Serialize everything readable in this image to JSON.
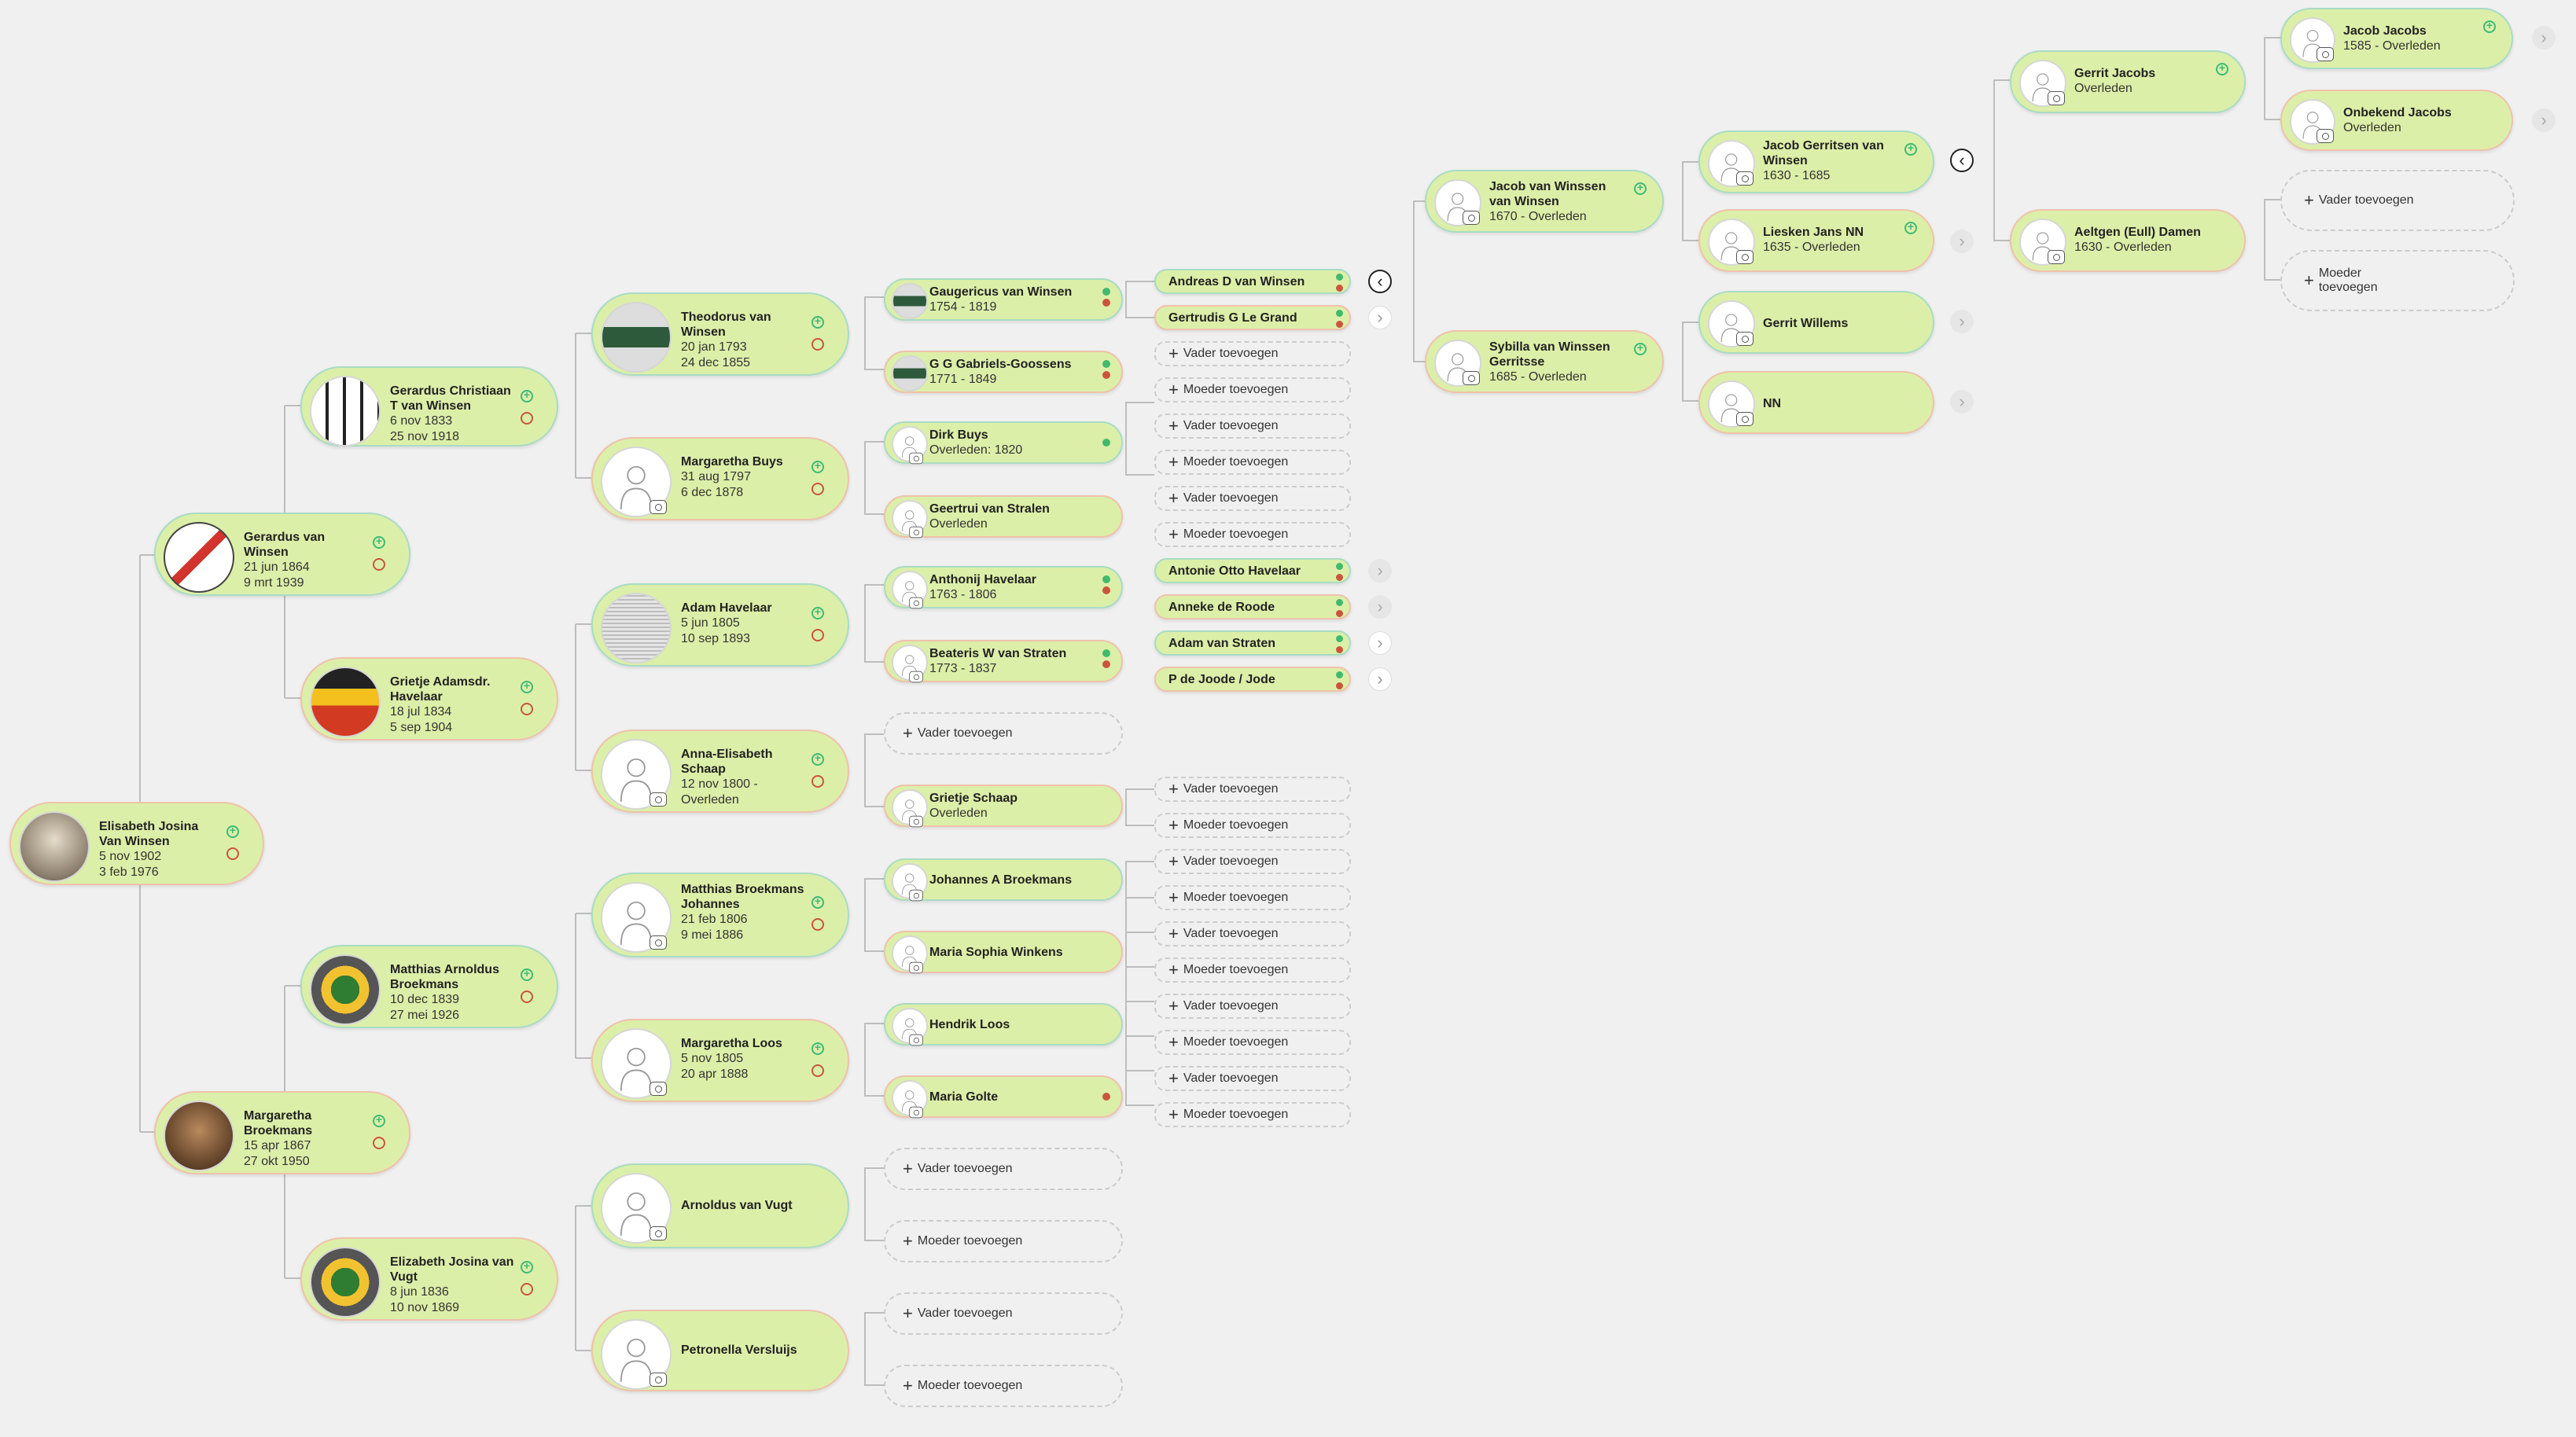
{
  "colors": {
    "background": "#f0f0f0",
    "card_fill": "#dcefa8",
    "male_border": "#a9dcc4",
    "female_border": "#efc2ab",
    "connector": "#bdbdbd",
    "add_icon": "#3dbb78",
    "record_icon": "#c9563c"
  },
  "add_father_label": "Vader toevoegen",
  "add_mother_label": "Moeder toevoegen",
  "add_mother_label_wrapped": "Moeder\ntoevoegen",
  "people": {
    "p0": {
      "name": "Elisabeth Josina Van Winsen",
      "lines": [
        "5 nov 1902",
        "3 feb 1976"
      ]
    },
    "p1": {
      "name": "Gerardus van Winsen",
      "lines": [
        "21 jun 1864",
        "9 mrt 1939"
      ]
    },
    "p2": {
      "name": "Margaretha Broekmans",
      "lines": [
        "15 apr 1867",
        "27 okt 1950"
      ]
    },
    "p3": {
      "name": "Gerardus Christiaan T van Winsen",
      "lines": [
        "6 nov 1833",
        "25 nov 1918"
      ]
    },
    "p4": {
      "name": "Grietje Adamsdr. Havelaar",
      "lines": [
        "18 jul 1834",
        "5 sep 1904"
      ]
    },
    "p5": {
      "name": "Matthias Arnoldus Broekmans",
      "lines": [
        "10 dec 1839",
        "27 mei 1926"
      ]
    },
    "p6": {
      "name": "Elizabeth Josina van Vugt",
      "lines": [
        "8 jun 1836",
        "10 nov 1869"
      ]
    },
    "p7": {
      "name": "Theodorus van Winsen",
      "lines": [
        "20 jan 1793",
        "24 dec 1855"
      ]
    },
    "p8": {
      "name": "Margaretha Buys",
      "lines": [
        "31 aug 1797",
        "6 dec 1878"
      ]
    },
    "p9": {
      "name": "Adam Havelaar",
      "lines": [
        "5 jun 1805",
        "10 sep 1893"
      ]
    },
    "p10": {
      "name": "Anna-Elisabeth Schaap",
      "lines": [
        "12 nov 1800 -",
        "Overleden"
      ]
    },
    "p11": {
      "name": "Matthias Broekmans Johannes",
      "lines": [
        "21 feb 1806",
        "9 mei 1886"
      ]
    },
    "p12": {
      "name": "Margaretha Loos",
      "lines": [
        "5 nov 1805",
        "20 apr 1888"
      ]
    },
    "p13": {
      "name": "Arnoldus van Vugt",
      "lines": []
    },
    "p14": {
      "name": "Petronella Versluijs",
      "lines": []
    },
    "p15": {
      "name": "Gaugericus van Winsen",
      "lines": [
        "1754 - 1819"
      ]
    },
    "p16": {
      "name": "G G Gabriels-Goossens",
      "lines": [
        "1771 - 1849"
      ]
    },
    "p17": {
      "name": "Dirk Buys",
      "lines": [
        "Overleden: 1820"
      ]
    },
    "p18": {
      "name": "Geertrui van Stralen",
      "lines": [
        "Overleden"
      ]
    },
    "p19": {
      "name": "Anthonij Havelaar",
      "lines": [
        "1763 - 1806"
      ]
    },
    "p20": {
      "name": "Beateris W van Straten",
      "lines": [
        "1773 - 1837"
      ]
    },
    "p21": {
      "name": "Grietje Schaap",
      "lines": [
        "Overleden"
      ]
    },
    "p22": {
      "name": "Johannes A Broekmans",
      "lines": []
    },
    "p23": {
      "name": "Maria Sophia Winkens",
      "lines": []
    },
    "p24": {
      "name": "Hendrik Loos",
      "lines": []
    },
    "p25": {
      "name": "Maria Golte",
      "lines": []
    },
    "p26": {
      "name": "Andreas D van Winsen",
      "lines": []
    },
    "p27": {
      "name": "Gertrudis G Le Grand",
      "lines": []
    },
    "p28": {
      "name": "Antonie Otto Havelaar",
      "lines": []
    },
    "p29": {
      "name": "Anneke de Roode",
      "lines": []
    },
    "p30": {
      "name": "Adam van Straten",
      "lines": []
    },
    "p31": {
      "name": "P de Joode / Jode",
      "lines": []
    },
    "p32": {
      "name": "Jacob van Winssen van Winsen",
      "lines": [
        "1670 - Overleden"
      ]
    },
    "p33": {
      "name": "Sybilla van Winssen Gerritsse",
      "lines": [
        "1685 - Overleden"
      ]
    },
    "p34": {
      "name": "Jacob Gerritsen van Winsen",
      "lines": [
        "1630 - 1685"
      ]
    },
    "p35": {
      "name": "Liesken Jans NN",
      "lines": [
        "1635 - Overleden"
      ]
    },
    "p36": {
      "name": "Gerrit Willems",
      "lines": []
    },
    "p37": {
      "name": "NN",
      "lines": []
    },
    "p38": {
      "name": "Gerrit Jacobs",
      "lines": [
        "Overleden"
      ]
    },
    "p39": {
      "name": "Aeltgen (Eull) Damen",
      "lines": [
        "1630 - Overleden"
      ]
    },
    "p40": {
      "name": "Jacob Jacobs",
      "lines": [
        "1585 - Overleden"
      ]
    },
    "p41": {
      "name": "Onbekend Jacobs",
      "lines": [
        "Overleden"
      ]
    }
  }
}
